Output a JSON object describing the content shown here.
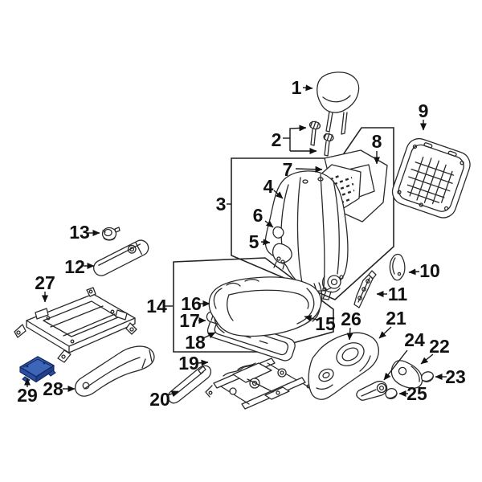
{
  "diagram": {
    "type": "exploded-parts-diagram",
    "subject": "Front seat assembly parts diagram",
    "background_color": "#ffffff",
    "line_color": "#2a2a2a",
    "label_color": "#111111",
    "highlight_color": "#3E66B8",
    "highlighted_callout": "29",
    "callout_count": 29
  },
  "callouts": [
    {
      "label": "1"
    },
    {
      "label": "2"
    },
    {
      "label": "3"
    },
    {
      "label": "4"
    },
    {
      "label": "5"
    },
    {
      "label": "6"
    },
    {
      "label": "7"
    },
    {
      "label": "8"
    },
    {
      "label": "9"
    },
    {
      "label": "10"
    },
    {
      "label": "11"
    },
    {
      "label": "12"
    },
    {
      "label": "13"
    },
    {
      "label": "14"
    },
    {
      "label": "15"
    },
    {
      "label": "16"
    },
    {
      "label": "17"
    },
    {
      "label": "18"
    },
    {
      "label": "19"
    },
    {
      "label": "20"
    },
    {
      "label": "21"
    },
    {
      "label": "22"
    },
    {
      "label": "23"
    },
    {
      "label": "24"
    },
    {
      "label": "25"
    },
    {
      "label": "26"
    },
    {
      "label": "27"
    },
    {
      "label": "28"
    },
    {
      "label": "29"
    }
  ]
}
